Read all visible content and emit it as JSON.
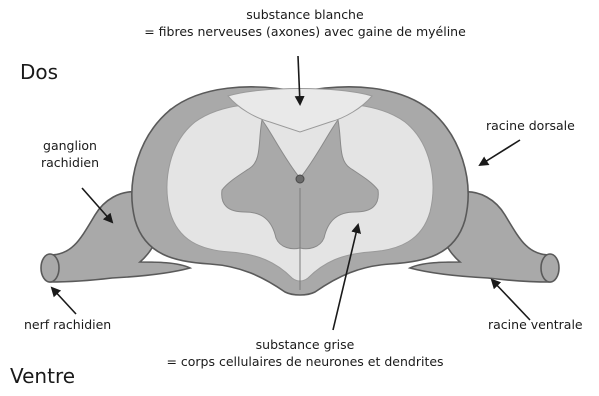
{
  "orientation": {
    "top": "Dos",
    "bottom": "Ventre"
  },
  "labels": {
    "white_matter": {
      "title": "substance blanche",
      "detail": "= fibres nerveuses (axones) avec gaine de myéline"
    },
    "grey_matter": {
      "title": "substance grise",
      "detail": "= corps cellulaires de neurones et dendrites"
    },
    "ganglion_line1": "ganglion",
    "ganglion_line2": "rachidien",
    "dorsal_root": "racine dorsale",
    "ventral_root": "racine ventrale",
    "spinal_nerve": "nerf rachidien"
  },
  "colors": {
    "outline": "#5a5a5a",
    "grey_tissue": "#a9a9a9",
    "white_tissue": "#e4e4e4",
    "text": "#1a1a1a"
  }
}
